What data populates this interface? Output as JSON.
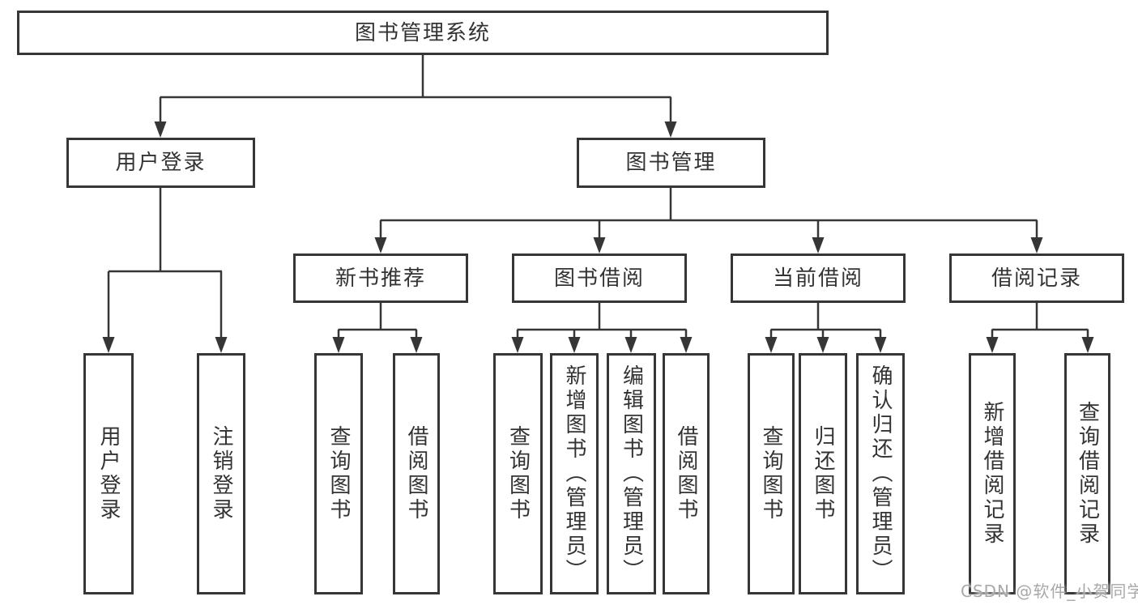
{
  "colors": {
    "line": "#363636",
    "text": "#333333",
    "background": "#ffffff",
    "box_background": "#ffffff",
    "watermark": "#a8a8a8"
  },
  "watermark": {
    "text": "CSDN @软件_小贺同学"
  },
  "tree": {
    "root": {
      "label": "图书管理系统"
    },
    "branches": [
      {
        "label": "用户登录",
        "children": [
          {
            "label": "用户登录"
          },
          {
            "label": "注销登录"
          }
        ]
      },
      {
        "label": "图书管理",
        "children": [
          {
            "label": "新书推荐",
            "children": [
              {
                "label": "查询图书"
              },
              {
                "label": "借阅图书"
              }
            ]
          },
          {
            "label": "图书借阅",
            "children": [
              {
                "label": "查询图书"
              },
              {
                "label": "新增图书（管理员）"
              },
              {
                "label": "编辑图书（管理员）"
              },
              {
                "label": "借阅图书"
              }
            ]
          },
          {
            "label": "当前借阅",
            "children": [
              {
                "label": "查询图书"
              },
              {
                "label": "归还图书"
              },
              {
                "label": "确认归还（管理员）"
              }
            ]
          },
          {
            "label": "借阅记录",
            "children": [
              {
                "label": "新增借阅记录"
              },
              {
                "label": "查询借阅记录"
              }
            ]
          }
        ]
      }
    ]
  }
}
